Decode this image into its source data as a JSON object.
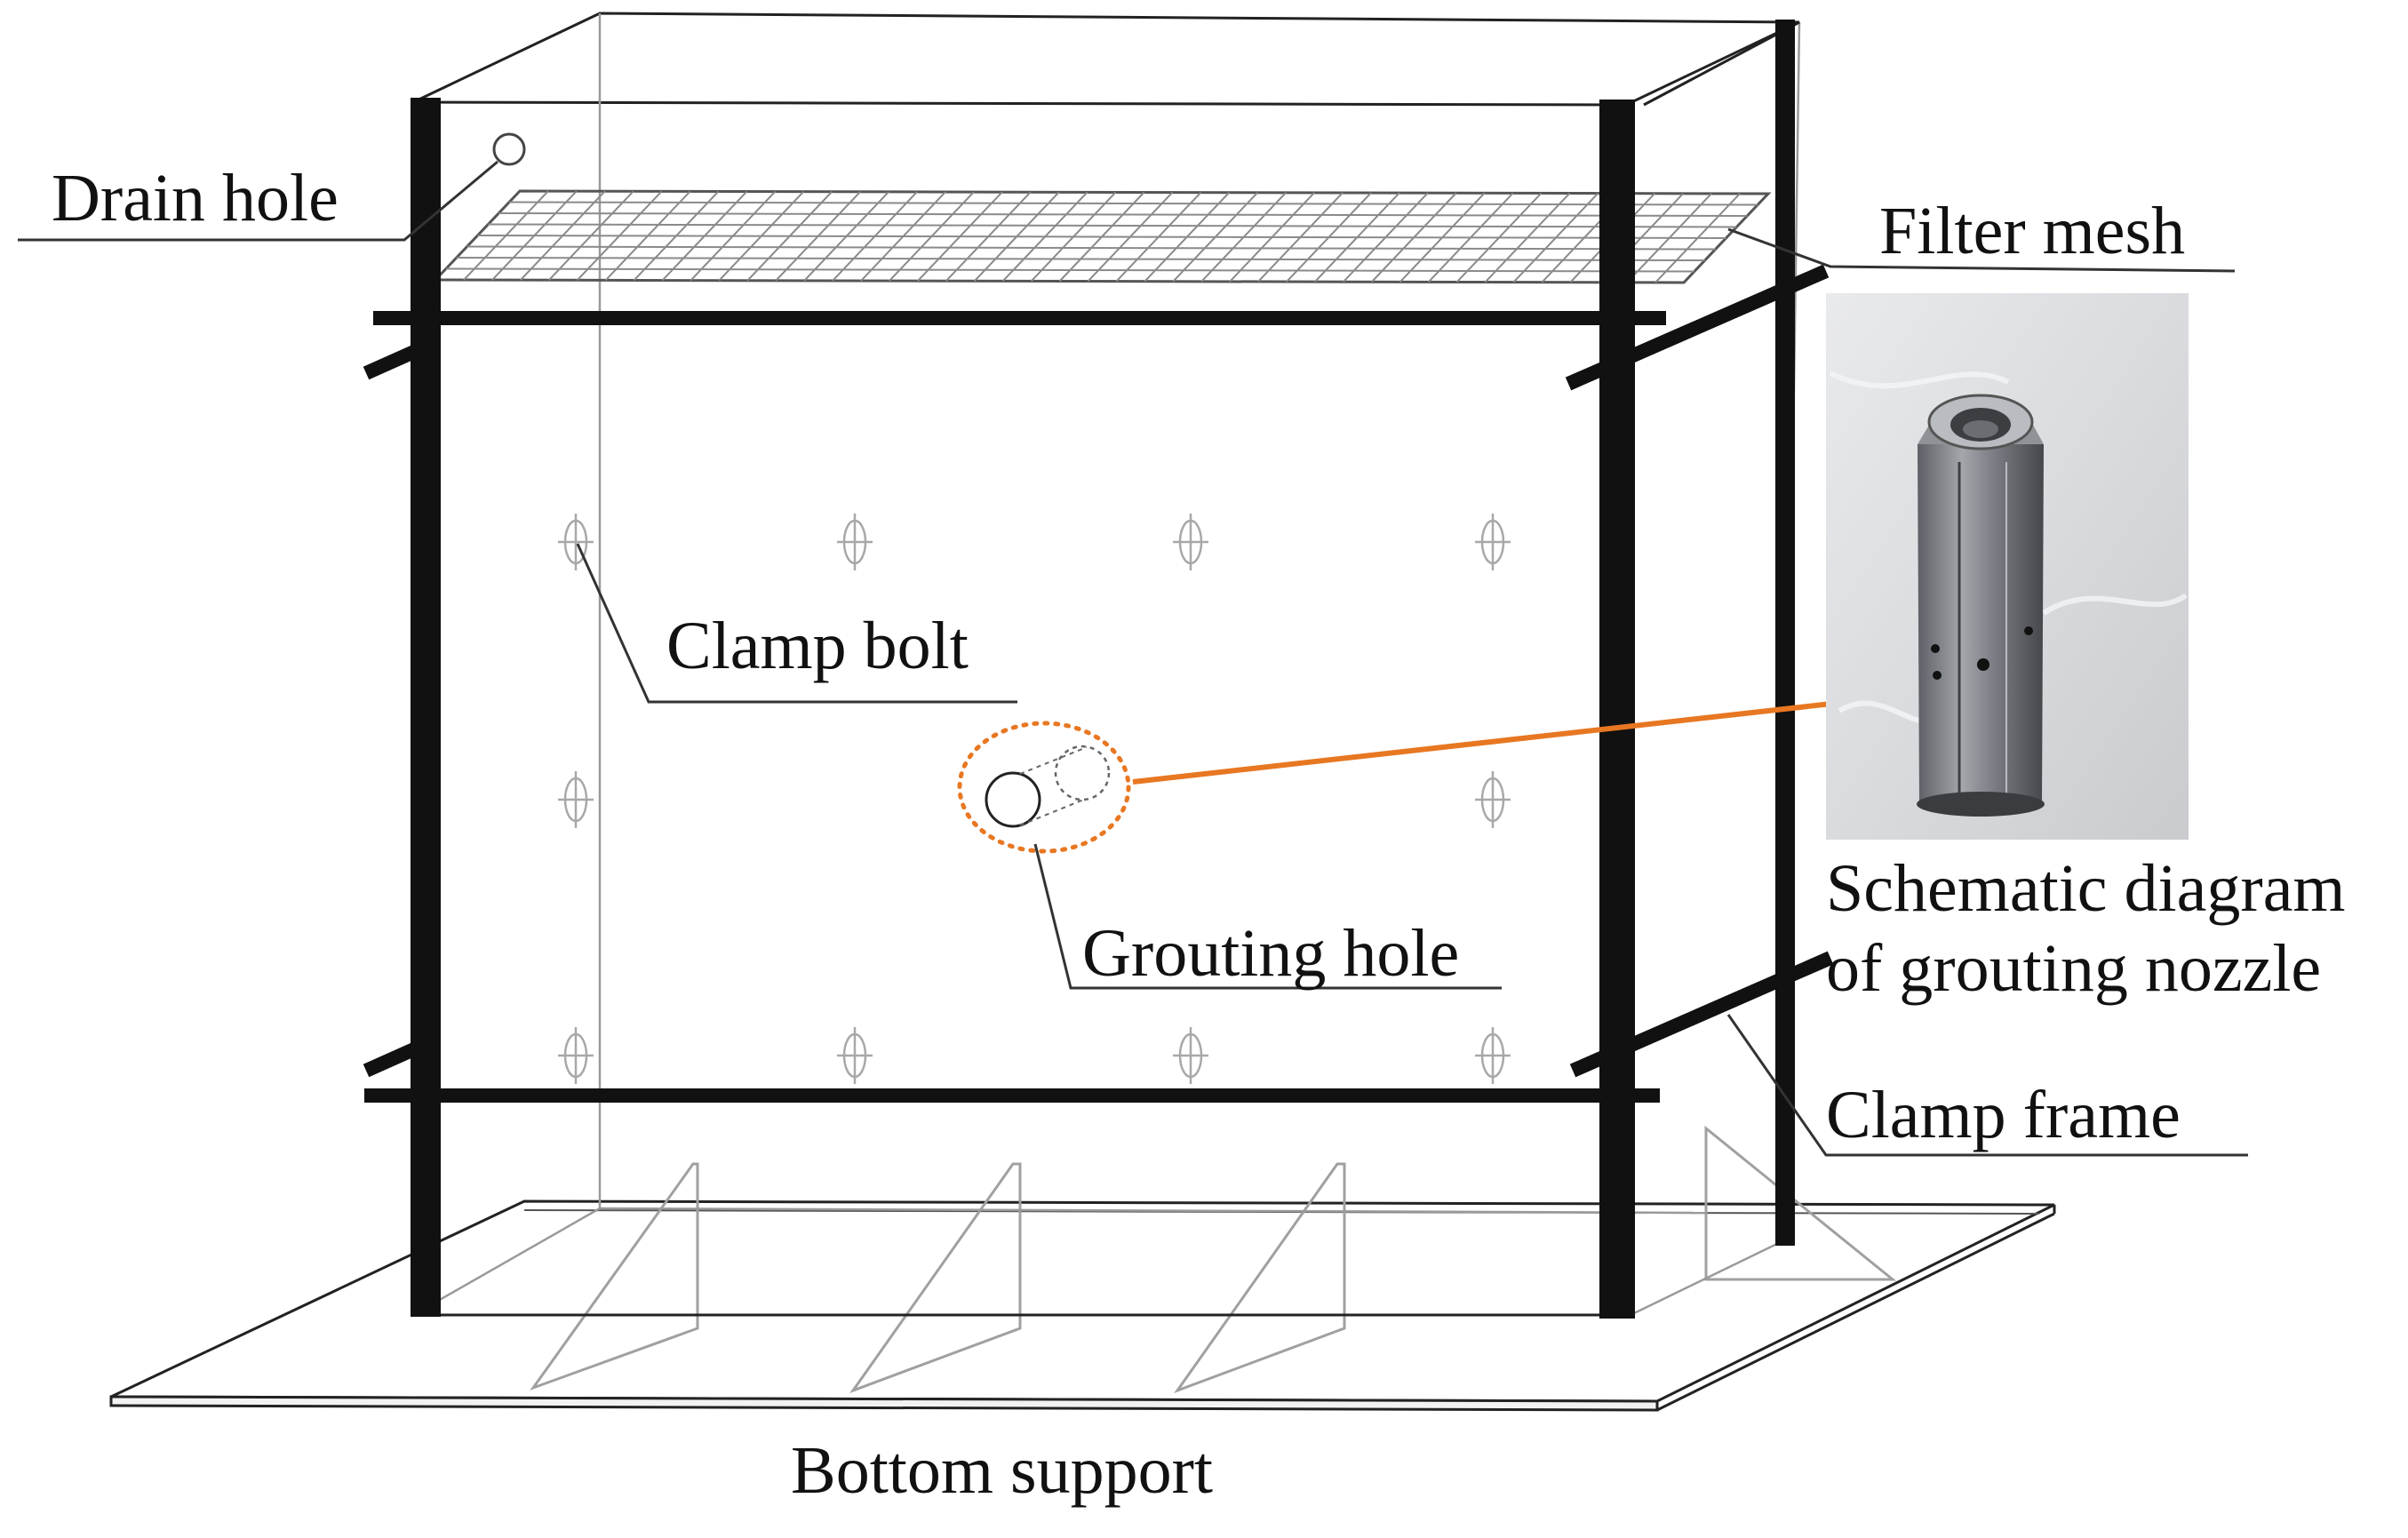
{
  "labels": {
    "drain_hole": "Drain hole",
    "filter_mesh": "Filter mesh",
    "clamp_bolt": "Clamp bolt",
    "grouting_hole": "Grouting hole",
    "nozzle_line1": "Schematic diagram",
    "nozzle_line2": "of grouting nozzle",
    "clamp_frame": "Clamp frame",
    "bottom_support": "Bottom support"
  },
  "colors": {
    "arrow": "#E87722",
    "ink": "#111111",
    "faint_line": "#9a9a9a"
  },
  "icons": {
    "photo": "grouting-nozzle-photo"
  }
}
